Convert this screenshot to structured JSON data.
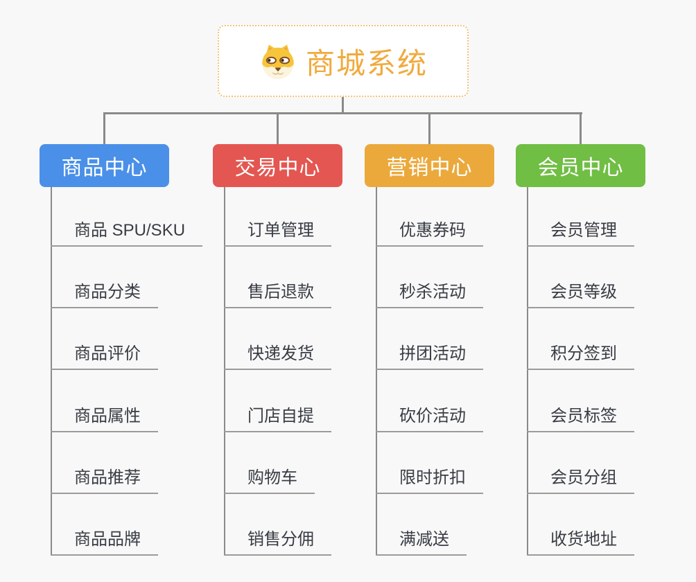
{
  "root": {
    "title": "商城系统",
    "icon": "shiba-dog-icon"
  },
  "branches": [
    {
      "label": "商品中心",
      "color": "#4a90e8",
      "children": [
        "商品 SPU/SKU",
        "商品分类",
        "商品评价",
        "商品属性",
        "商品推荐",
        "商品品牌"
      ]
    },
    {
      "label": "交易中心",
      "color": "#e45651",
      "children": [
        "订单管理",
        "售后退款",
        "快递发货",
        "门店自提",
        "购物车",
        "销售分佣"
      ]
    },
    {
      "label": "营销中心",
      "color": "#eba93c",
      "children": [
        "优惠券码",
        "秒杀活动",
        "拼团活动",
        "砍价活动",
        "限时折扣",
        "满减送"
      ]
    },
    {
      "label": "会员中心",
      "color": "#70be44",
      "children": [
        "会员管理",
        "会员等级",
        "积分签到",
        "会员标签",
        "会员分组",
        "收货地址"
      ]
    }
  ],
  "colors": {
    "canvas_bg": "#f8f8f8",
    "connector_line": "#8a8a8a",
    "leaf_underline": "#9b9b9b",
    "leaf_text": "#383c43",
    "header_text": "#ffffff",
    "root_text": "#f0aa3d",
    "root_border": "#f2c476",
    "root_bg": "#ffffff"
  }
}
